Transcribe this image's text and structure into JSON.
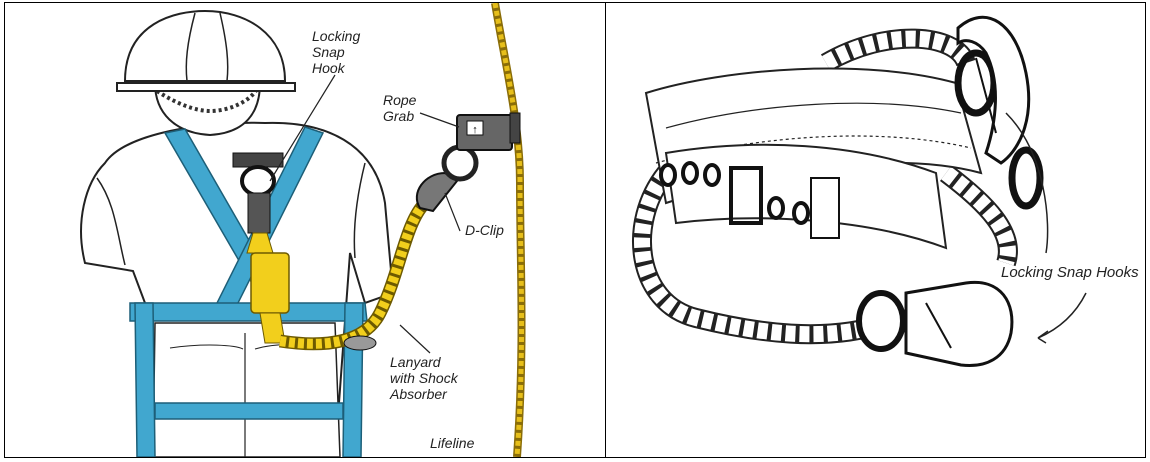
{
  "left_panel": {
    "labels": {
      "snap_hook_line1": "Locking",
      "snap_hook_line2": "Snap",
      "snap_hook_line3": "Hook",
      "rope_grab_line1": "Rope",
      "rope_grab_line2": "Grab",
      "d_clip": "D-Clip",
      "lanyard_line1": "Lanyard",
      "lanyard_line2": "with Shock",
      "lanyard_line3": "Absorber",
      "lifeline": "Lifeline"
    },
    "colors": {
      "harness": "#41a7cf",
      "lanyard": "#f2cf1c",
      "rope": "#e7bf1a"
    }
  },
  "right_panel": {
    "labels": {
      "snap_hooks": "Locking Snap Hooks"
    }
  }
}
